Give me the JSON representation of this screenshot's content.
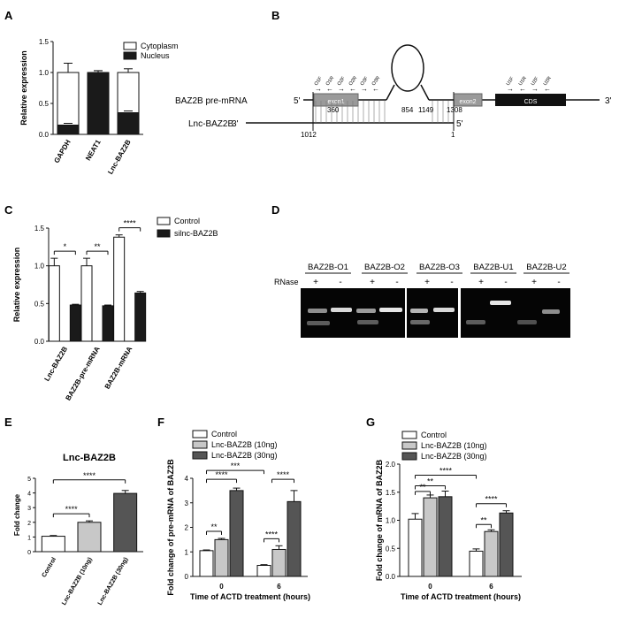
{
  "panels": {
    "A": {
      "label": "A",
      "chart_data": {
        "type": "bar",
        "stacked": true,
        "ylabel": "Relative expression",
        "ylim": [
          0,
          1.5
        ],
        "yticks": [
          "0.0",
          "0.5",
          "1.0",
          "1.5"
        ],
        "categories": [
          "GAPDH",
          "NEAT1",
          "Lnc-BAZ2B"
        ],
        "series": [
          {
            "name": "Cytoplasm",
            "color": "#ffffff",
            "values": [
              0.85,
              0.0,
              0.65
            ],
            "errors": [
              0.15,
              0.0,
              0.06
            ]
          },
          {
            "name": "Nucleus",
            "color": "#1a1a1a",
            "values": [
              0.15,
              1.0,
              0.35
            ],
            "errors": [
              0.02,
              0.03,
              0.01
            ]
          }
        ],
        "legend_position": "top-right"
      }
    },
    "B": {
      "label": "B",
      "pre_mrna_label": "BAZ2B  pre-mRNA",
      "lnc_label": "Lnc-BAZ2B",
      "five_prime_top": "5'",
      "three_prime_top": "3'",
      "three_prime_left": "3'",
      "five_prime_right": "5'",
      "exon1": "exon1",
      "exon2": "exon2",
      "cds": "CDS",
      "positions": [
        "360",
        "854",
        "1149",
        "1308",
        "1012",
        "1"
      ],
      "primers_o": [
        "O1F",
        "O1R",
        "O2F",
        "O2R",
        "O3F",
        "O3R"
      ],
      "primers_u": [
        "U1F",
        "U1R",
        "U2F",
        "U2R"
      ]
    },
    "C": {
      "label": "C",
      "chart_data": {
        "type": "bar",
        "ylabel": "Relative expression",
        "ylim": [
          0,
          1.5
        ],
        "yticks": [
          "0.0",
          "0.5",
          "1.0",
          "1.5"
        ],
        "categories": [
          "Lnc-BAZ2B",
          "BAZ2B-pre-mRNA",
          "BAZ2B-mRNA"
        ],
        "series": [
          {
            "name": "Control",
            "color": "#ffffff",
            "values": [
              1.0,
              1.0,
              1.38
            ],
            "errors": [
              0.1,
              0.1,
              0.03
            ]
          },
          {
            "name": "silnc-BAZ2B",
            "color": "#1a1a1a",
            "values": [
              0.48,
              0.47,
              0.64
            ],
            "errors": [
              0.01,
              0.01,
              0.02
            ]
          }
        ],
        "significance": [
          "*",
          "**",
          "****"
        ],
        "legend_position": "top-right"
      }
    },
    "D": {
      "label": "D",
      "lanes": [
        "BAZ2B-O1",
        "BAZ2B-O2",
        "BAZ2B-O3",
        "BAZ2B-U1",
        "BAZ2B-U2"
      ],
      "rnase_label": "RNase",
      "plus": "+",
      "minus": "-"
    },
    "E": {
      "label": "E",
      "chart_data": {
        "type": "bar",
        "title": "Lnc-BAZ2B",
        "ylabel": "Fold change",
        "ylim": [
          0,
          5
        ],
        "yticks": [
          "0",
          "1",
          "2",
          "3",
          "4",
          "5"
        ],
        "categories": [
          "Control",
          "Lnc-BAZ2B (10ng)",
          "Lnc-BAZ2B (30ng)"
        ],
        "series": [
          {
            "name": "Fold change",
            "colors": [
              "#ffffff",
              "#c8c8c8",
              "#555555"
            ],
            "values": [
              1.05,
              2.0,
              3.97
            ],
            "errors": [
              0.05,
              0.1,
              0.2
            ]
          }
        ],
        "significance": [
          "****",
          "****"
        ]
      }
    },
    "F": {
      "label": "F",
      "chart_data": {
        "type": "bar",
        "ylabel": "Fold change of pre-mRNA of BAZ2B",
        "xlabel": "Time of ACTD treatment (hours)",
        "ylim": [
          0,
          4
        ],
        "yticks": [
          "0",
          "1",
          "2",
          "3",
          "4"
        ],
        "categories": [
          "0",
          "6"
        ],
        "series": [
          {
            "name": "Control",
            "color": "#ffffff",
            "values": [
              1.05,
              0.45
            ],
            "errors": [
              0.03,
              0.03
            ]
          },
          {
            "name": "Lnc-BAZ2B (10ng)",
            "color": "#c8c8c8",
            "values": [
              1.5,
              1.1
            ],
            "errors": [
              0.05,
              0.15
            ]
          },
          {
            "name": "Lnc-BAZ2B (30ng)",
            "color": "#555555",
            "values": [
              3.5,
              3.05
            ],
            "errors": [
              0.1,
              0.45
            ]
          }
        ],
        "significance": [
          "**",
          "****",
          "***",
          "****",
          "****"
        ],
        "legend_position": "top-left"
      }
    },
    "G": {
      "label": "G",
      "chart_data": {
        "type": "bar",
        "ylabel": "Fold change of mRNA of BAZ2B",
        "xlabel": "Time of ACTD treatment (hours)",
        "ylim": [
          0,
          2.0
        ],
        "yticks": [
          "0.0",
          "0.5",
          "1.0",
          "1.5",
          "2.0"
        ],
        "categories": [
          "0",
          "6"
        ],
        "series": [
          {
            "name": "Control",
            "color": "#ffffff",
            "values": [
              1.02,
              0.45
            ],
            "errors": [
              0.1,
              0.04
            ]
          },
          {
            "name": "Lnc-BAZ2B (10ng)",
            "color": "#c8c8c8",
            "values": [
              1.4,
              0.8
            ],
            "errors": [
              0.05,
              0.03
            ]
          },
          {
            "name": "Lnc-BAZ2B (30ng)",
            "color": "#555555",
            "values": [
              1.42,
              1.13
            ],
            "errors": [
              0.1,
              0.04
            ]
          }
        ],
        "significance": [
          "**",
          "**",
          "****",
          "**",
          "****"
        ],
        "legend_position": "top-left"
      }
    }
  }
}
